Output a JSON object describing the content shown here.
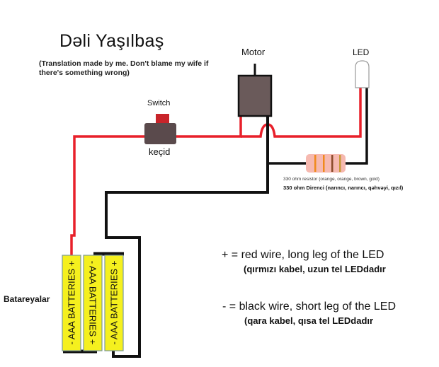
{
  "title": "Dəli Yaşılbaş",
  "subtitle": "(Translation made by me. Don't blame my wife if there's something wrong)",
  "components": {
    "motor": {
      "label": "Motor"
    },
    "led": {
      "label": "LED"
    },
    "switch": {
      "label": "Switch",
      "label_az": "keçid"
    },
    "resistor": {
      "label": "330 ohm resistor (orange, orange, brown, gold)",
      "label_az": "330 ohm Direnci (narıncı, narıncı, qəhvəyi, qızıl)",
      "band_colors": [
        "#f08a1c",
        "#f08a1c",
        "#8a4a2a",
        "#c89a3a"
      ],
      "body_color": "#f6b9b0"
    },
    "batteries": {
      "label_az": "Batareyalar",
      "cells": [
        {
          "text": "- AAA BATTERIES +",
          "orientation": "plus-top"
        },
        {
          "text": "- AAA BATTERIES +",
          "orientation": "minus-top"
        },
        {
          "text": "- AAA BATTERIES +",
          "orientation": "plus-top"
        }
      ],
      "color": "#f5f01e"
    }
  },
  "legend": {
    "plus": "+ = red wire, long leg of the LED",
    "plus_az": "(qırmızı kabel, uzun tel LEDdadır",
    "minus": "- = black wire, short leg of the LED",
    "minus_az": "(qara kabel, qısa tel LEDdadır"
  },
  "colors": {
    "red_wire": "#e8202a",
    "black_wire": "#111111",
    "component_body": "#6a5a5a"
  }
}
